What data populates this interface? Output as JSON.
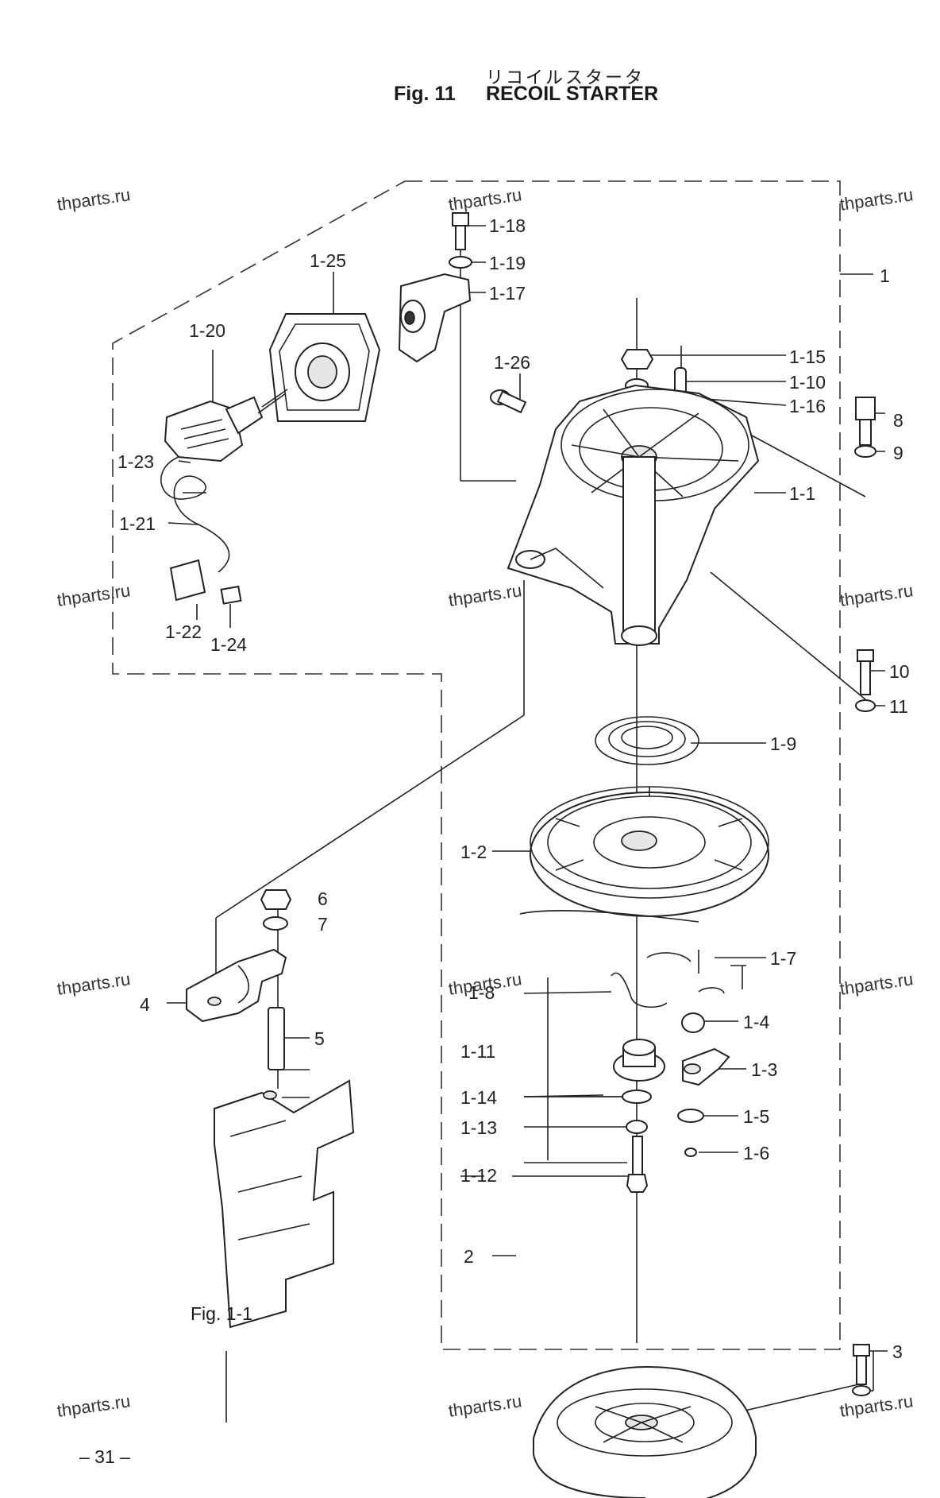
{
  "header": {
    "japanese_title": "リコイルスタータ",
    "figure_number": "Fig. 11",
    "figure_title": "RECOIL STARTER"
  },
  "callouts": {
    "c_1": "1",
    "c_1_1": "1-1",
    "c_1_2": "1-2",
    "c_1_3": "1-3",
    "c_1_4": "1-4",
    "c_1_5": "1-5",
    "c_1_6": "1-6",
    "c_1_7": "1-7",
    "c_1_8": "1-8",
    "c_1_9": "1-9",
    "c_1_10": "1-10",
    "c_1_11": "1-11",
    "c_1_12": "1-12",
    "c_1_13": "1-13",
    "c_1_14": "1-14",
    "c_1_15": "1-15",
    "c_1_16": "1-16",
    "c_1_17": "1-17",
    "c_1_18": "1-18",
    "c_1_19": "1-19",
    "c_1_20": "1-20",
    "c_1_21": "1-21",
    "c_1_22": "1-22",
    "c_1_23": "1-23",
    "c_1_24": "1-24",
    "c_1_25": "1-25",
    "c_1_26": "1-26",
    "c_2": "2",
    "c_3": "3",
    "c_4": "4",
    "c_5": "5",
    "c_6": "6",
    "c_7": "7",
    "c_8": "8",
    "c_9": "9",
    "c_10": "10",
    "c_11": "11"
  },
  "figure_reference": "Fig. 1-1",
  "watermark_text": "thparts.ru",
  "page_number": "– 31 –"
}
